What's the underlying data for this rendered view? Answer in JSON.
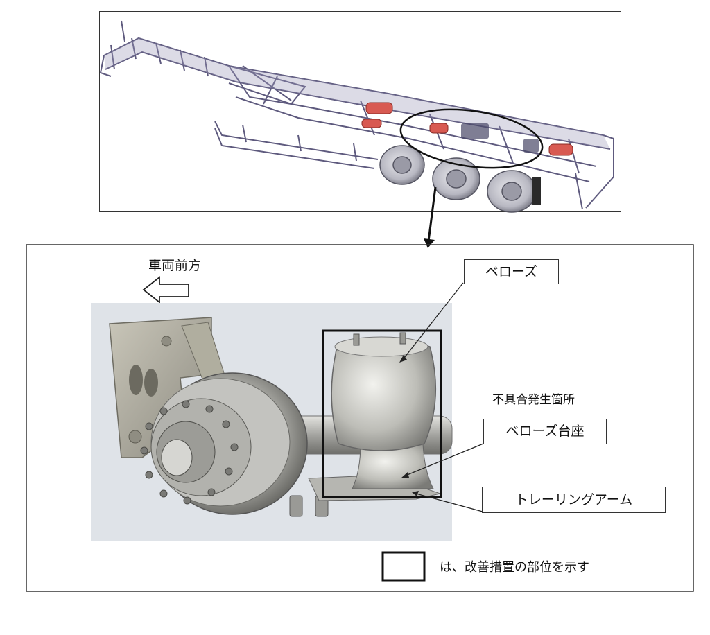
{
  "labels": {
    "vehicle_front": "車両前方",
    "bellows": "ベローズ",
    "defect_location": "不具合発生箇所",
    "bellows_seat": "ベローズ台座",
    "trailing_arm": "トレーリングアーム",
    "legend_text": "は、改善措置の部位を示す"
  },
  "colors": {
    "frame_stroke": "#333333",
    "chassis": "#7e7a9c",
    "tank": "#d85a52",
    "render_bg": "#dfe3e8",
    "metal": "#a9aaa6"
  }
}
